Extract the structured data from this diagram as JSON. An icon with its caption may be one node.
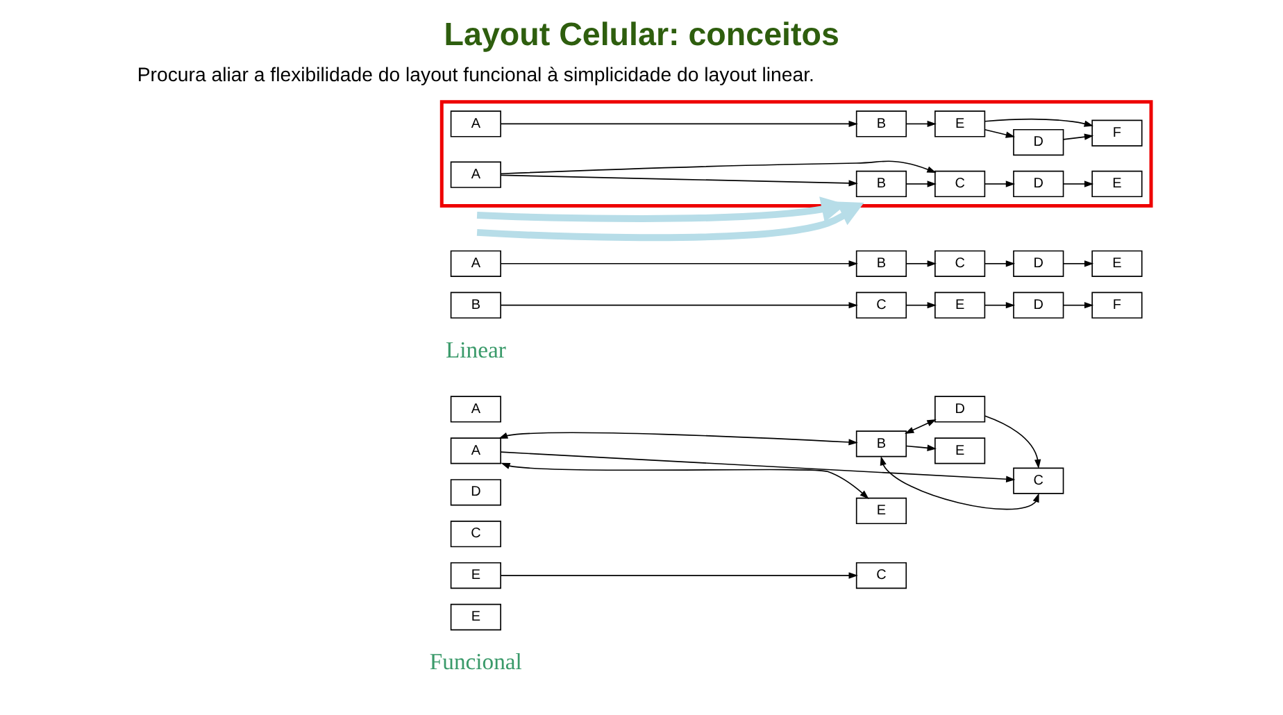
{
  "diagram": {
    "title": "Layout Celular: conceitos",
    "nodes": [
      {
        "text": [
          "A"
        ]
      },
      {
        "text": [
          "A"
        ]
      },
      {
        "text": [
          "B"
        ]
      },
      {
        "text": [
          "D"
        ]
      },
      {
        "text": [
          "D"
        ]
      },
      {
        "text": [
          "C"
        ]
      },
      {
        "text": [
          "C"
        ]
      },
      {
        "text": [
          "E"
        ]
      },
      {
        "text": [
          "E"
        ]
      },
      {
        "text": [
          "C"
        ]
      },
      {
        "text": [
          "E"
        ]
      },
      {
        "text": [
          "E"
        ]
      },
      {
        "text": [
          "A"
        ]
      },
      {
        "text": [
          "B"
        ]
      },
      {
        "text": [
          "C"
        ]
      },
      {
        "text": [
          "D"
        ]
      },
      {
        "text": [
          "E"
        ]
      },
      {
        "text": [
          "B"
        ]
      },
      {
        "text": [
          "C"
        ]
      },
      {
        "text": [
          "E"
        ]
      },
      {
        "text": [
          "D"
        ]
      },
      {
        "text": [
          "F"
        ]
      },
      {
        "text": [],
        "shape": "box"
      },
      {
        "text": [
          "B"
        ],
        "in": 22
      },
      {
        "text": [
          "E"
        ],
        "in": 22
      },
      {
        "text": [
          "A"
        ],
        "in": 22
      },
      {
        "text": [
          "C"
        ],
        "in": 22
      },
      {
        "text": [
          "D"
        ],
        "in": 22
      },
      {
        "text": [
          "A"
        ],
        "in": 22
      },
      {
        "text": [
          "D"
        ],
        "in": 22
      },
      {
        "text": [
          "B"
        ],
        "in": 22
      },
      {
        "text": [
          "E"
        ],
        "in": 22
      },
      {
        "text": [
          "F"
        ],
        "in": 22
      }
    ],
    "edges": [
      {
        "from": 1,
        "to": 2,
        "arrow": "both"
      },
      {
        "from": 2,
        "to": 3,
        "arrow": "both"
      },
      {
        "from": 1,
        "to": 6,
        "arrow": "to"
      },
      {
        "from": 1,
        "to": 7,
        "arrow": "both"
      },
      {
        "from": 2,
        "to": 6,
        "arrow": "both"
      },
      {
        "from": 2,
        "to": 8,
        "arrow": "to"
      },
      {
        "from": 3,
        "to": 6,
        "arrow": "to"
      },
      {
        "from": 10,
        "to": 9,
        "arrow": "to"
      },
      {
        "from": 12,
        "to": 13,
        "arrow": "to"
      },
      {
        "from": 13,
        "to": 14,
        "arrow": "to"
      },
      {
        "from": 14,
        "to": 15,
        "arrow": "to"
      },
      {
        "from": 15,
        "to": 16,
        "arrow": "to"
      },
      {
        "from": 17,
        "to": 18,
        "arrow": "to"
      },
      {
        "from": 18,
        "to": 19,
        "arrow": "to"
      },
      {
        "from": 19,
        "to": 20,
        "arrow": "to"
      },
      {
        "from": 20,
        "to": 21,
        "arrow": "to"
      },
      {
        "from": 25,
        "to": 23,
        "arrow": "to"
      },
      {
        "from": 23,
        "to": 26,
        "arrow": "to"
      },
      {
        "from": 25,
        "to": 26,
        "arrow": "to"
      },
      {
        "from": 26,
        "to": 27,
        "arrow": "to"
      },
      {
        "from": 27,
        "to": 24,
        "arrow": "to"
      },
      {
        "from": 28,
        "to": 30,
        "arrow": "to"
      },
      {
        "from": 30,
        "to": 31,
        "arrow": "to"
      },
      {
        "from": 31,
        "to": 29,
        "arrow": "to"
      },
      {
        "from": 29,
        "to": 32,
        "arrow": "to"
      },
      {
        "from": 31,
        "to": 32,
        "arrow": "to"
      },
      {
        "from": null,
        "to": 22,
        "arrow": "to",
        "style": "thick",
        "color": "#b7dde8"
      },
      {
        "from": null,
        "to": 22,
        "arrow": "to",
        "style": "thick",
        "color": "#b7dde8"
      }
    ],
    "labels": [
      "Procura aliar a flexibilidade do layout funcional à simplicidade do layout linear.",
      "Funcional",
      "Linear"
    ]
  }
}
